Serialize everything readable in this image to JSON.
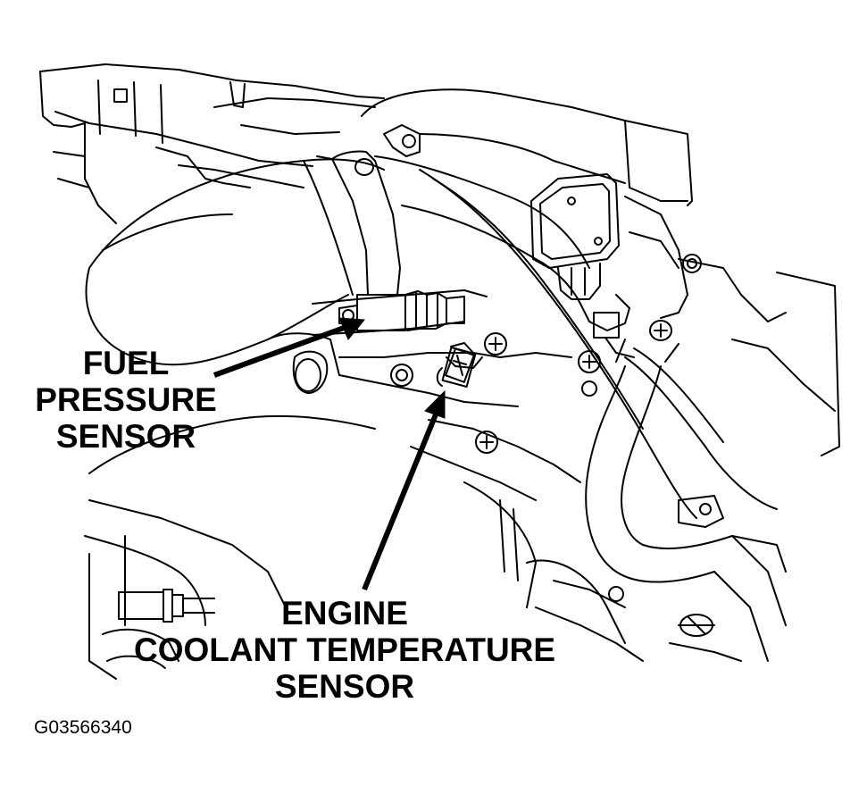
{
  "callouts": {
    "fuel_pressure_sensor": {
      "line1": "FUEL",
      "line2": "PRESSURE",
      "line3": "SENSOR"
    },
    "engine_coolant_temperature_sensor": {
      "line1": "ENGINE",
      "line2": "COOLANT TEMPERATURE",
      "line3": "SENSOR"
    }
  },
  "figure_id": "G03566340",
  "colors": {
    "ink": "#000000",
    "paper": "#ffffff"
  }
}
